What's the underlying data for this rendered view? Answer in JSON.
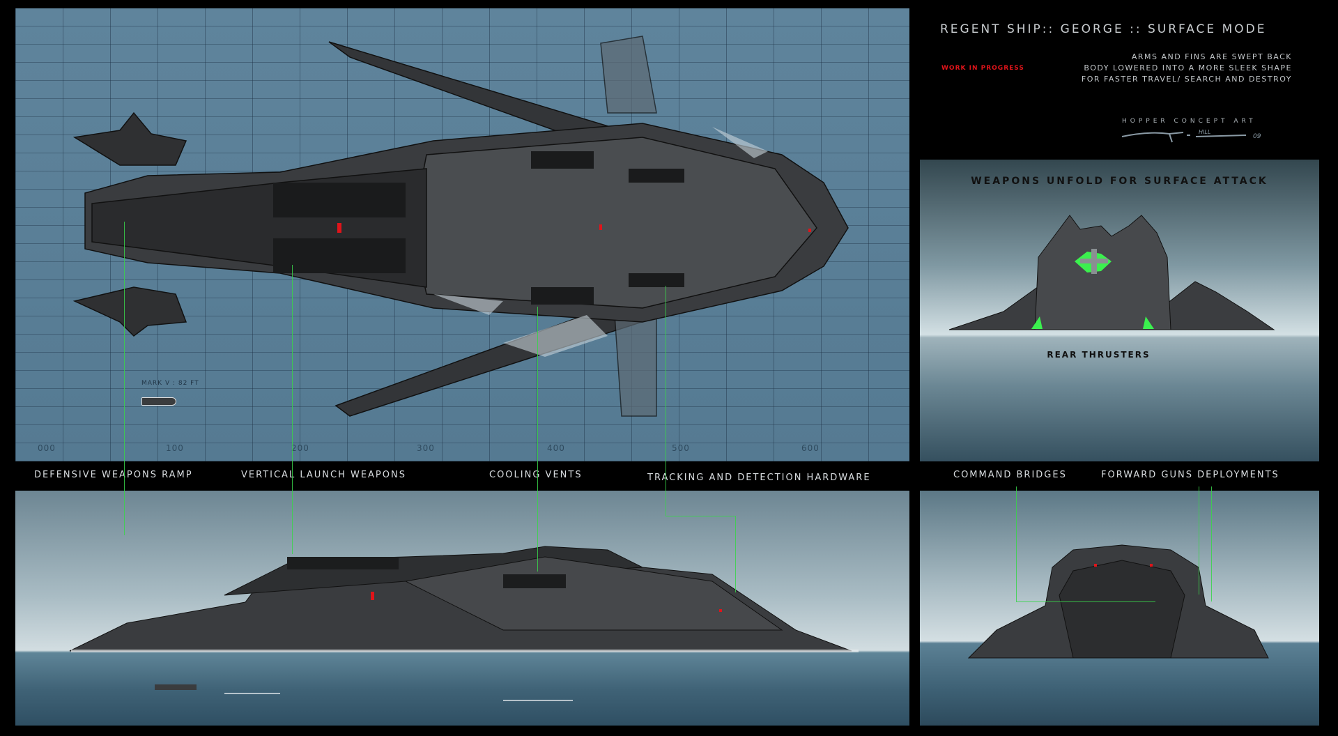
{
  "header": {
    "title": "REGENT SHIP:: GEORGE :: SURFACE MODE",
    "status": "WORK IN PROGRESS",
    "notes": [
      "ARMS AND FINS ARE SWEPT BACK",
      "BODY LOWERED INTO A MORE SLEEK  SHAPE",
      "FOR FASTER TRAVEL/ SEARCH AND DESTROY"
    ],
    "studio": "HOPPER CONCEPT ART",
    "signature": "HILL 09"
  },
  "plan_view": {
    "scale_ticks": [
      "000",
      "100",
      "200",
      "300",
      "400",
      "500",
      "600"
    ],
    "reference_label": "MARK V : 82 FT"
  },
  "rear_view": {
    "title": "WEAPONS UNFOLD FOR SURFACE ATTACK",
    "callout": "REAR THRUSTERS"
  },
  "callouts": {
    "defensive": "DEFENSIVE WEAPONS RAMP",
    "vls": "VERTICAL LAUNCH  WEAPONS",
    "cooling": "COOLING VENTS",
    "tracking": "TRACKING AND DETECTION HARDWARE",
    "bridges": "COMMAND BRIDGES",
    "guns": "FORWARD GUNS DEPLOYMENTS"
  },
  "colors": {
    "accent": "#39d44a",
    "warning": "#e0141a",
    "hull": "#2e2f31"
  }
}
